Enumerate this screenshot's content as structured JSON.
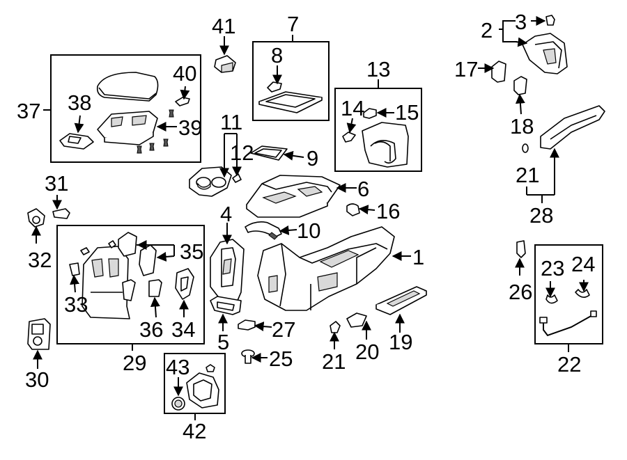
{
  "callouts": {
    "n1": "1",
    "n2": "2",
    "n3": "3",
    "n4": "4",
    "n5": "5",
    "n6": "6",
    "n7": "7",
    "n8": "8",
    "n9": "9",
    "n10": "10",
    "n11": "11",
    "n12": "12",
    "n13": "13",
    "n14": "14",
    "n15": "15",
    "n16": "16",
    "n17": "17",
    "n18": "18",
    "n19": "19",
    "n20": "20",
    "n21a": "21",
    "n21b": "21",
    "n22": "22",
    "n23": "23",
    "n24": "24",
    "n25": "25",
    "n26": "26",
    "n27": "27",
    "n28": "28",
    "n29": "29",
    "n30": "30",
    "n31": "31",
    "n32": "32",
    "n33": "33",
    "n34": "34",
    "n35": "35",
    "n36": "36",
    "n37": "37",
    "n38": "38",
    "n39": "39",
    "n40": "40",
    "n41": "41",
    "n42": "42",
    "n43": "43"
  }
}
